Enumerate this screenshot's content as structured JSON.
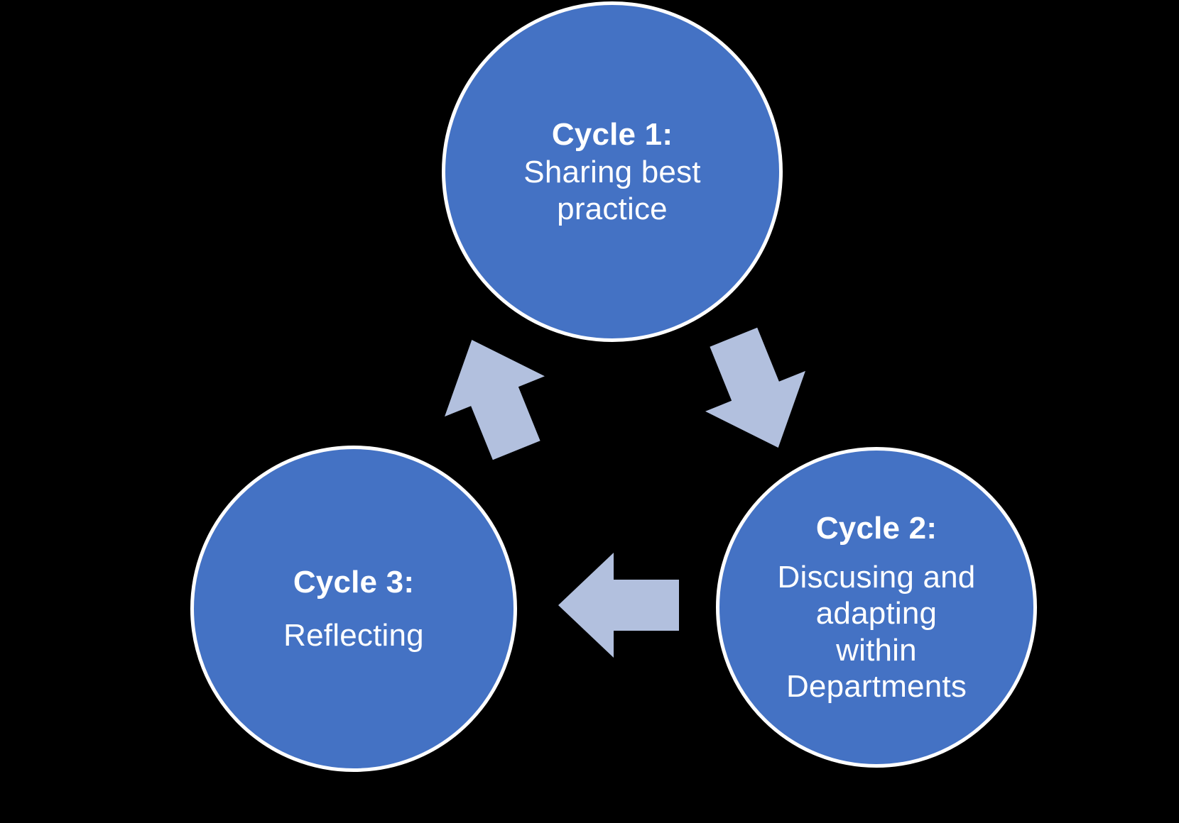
{
  "diagram": {
    "type": "cycle",
    "background_color": "#000000",
    "node_fill_color": "#4472C4",
    "node_border_color": "#FFFFFF",
    "node_text_color": "#FFFFFF",
    "arrow_color": "#B2C0DE",
    "nodes": [
      {
        "id": "cycle-1",
        "title": "Cycle 1:",
        "body": "Sharing best\npractice"
      },
      {
        "id": "cycle-2",
        "title": "Cycle 2:",
        "body": "Discusing and\nadapting\nwithin\nDepartments"
      },
      {
        "id": "cycle-3",
        "title": "Cycle 3:",
        "body": "Reflecting"
      }
    ],
    "arrows": [
      {
        "id": "arrow-c3-to-c1",
        "from": "cycle-3",
        "to": "cycle-1",
        "name": "arrow-up-left-icon"
      },
      {
        "id": "arrow-c1-to-c2",
        "from": "cycle-1",
        "to": "cycle-2",
        "name": "arrow-down-right-icon"
      },
      {
        "id": "arrow-c2-to-c3",
        "from": "cycle-2",
        "to": "cycle-3",
        "name": "arrow-left-icon"
      }
    ]
  }
}
